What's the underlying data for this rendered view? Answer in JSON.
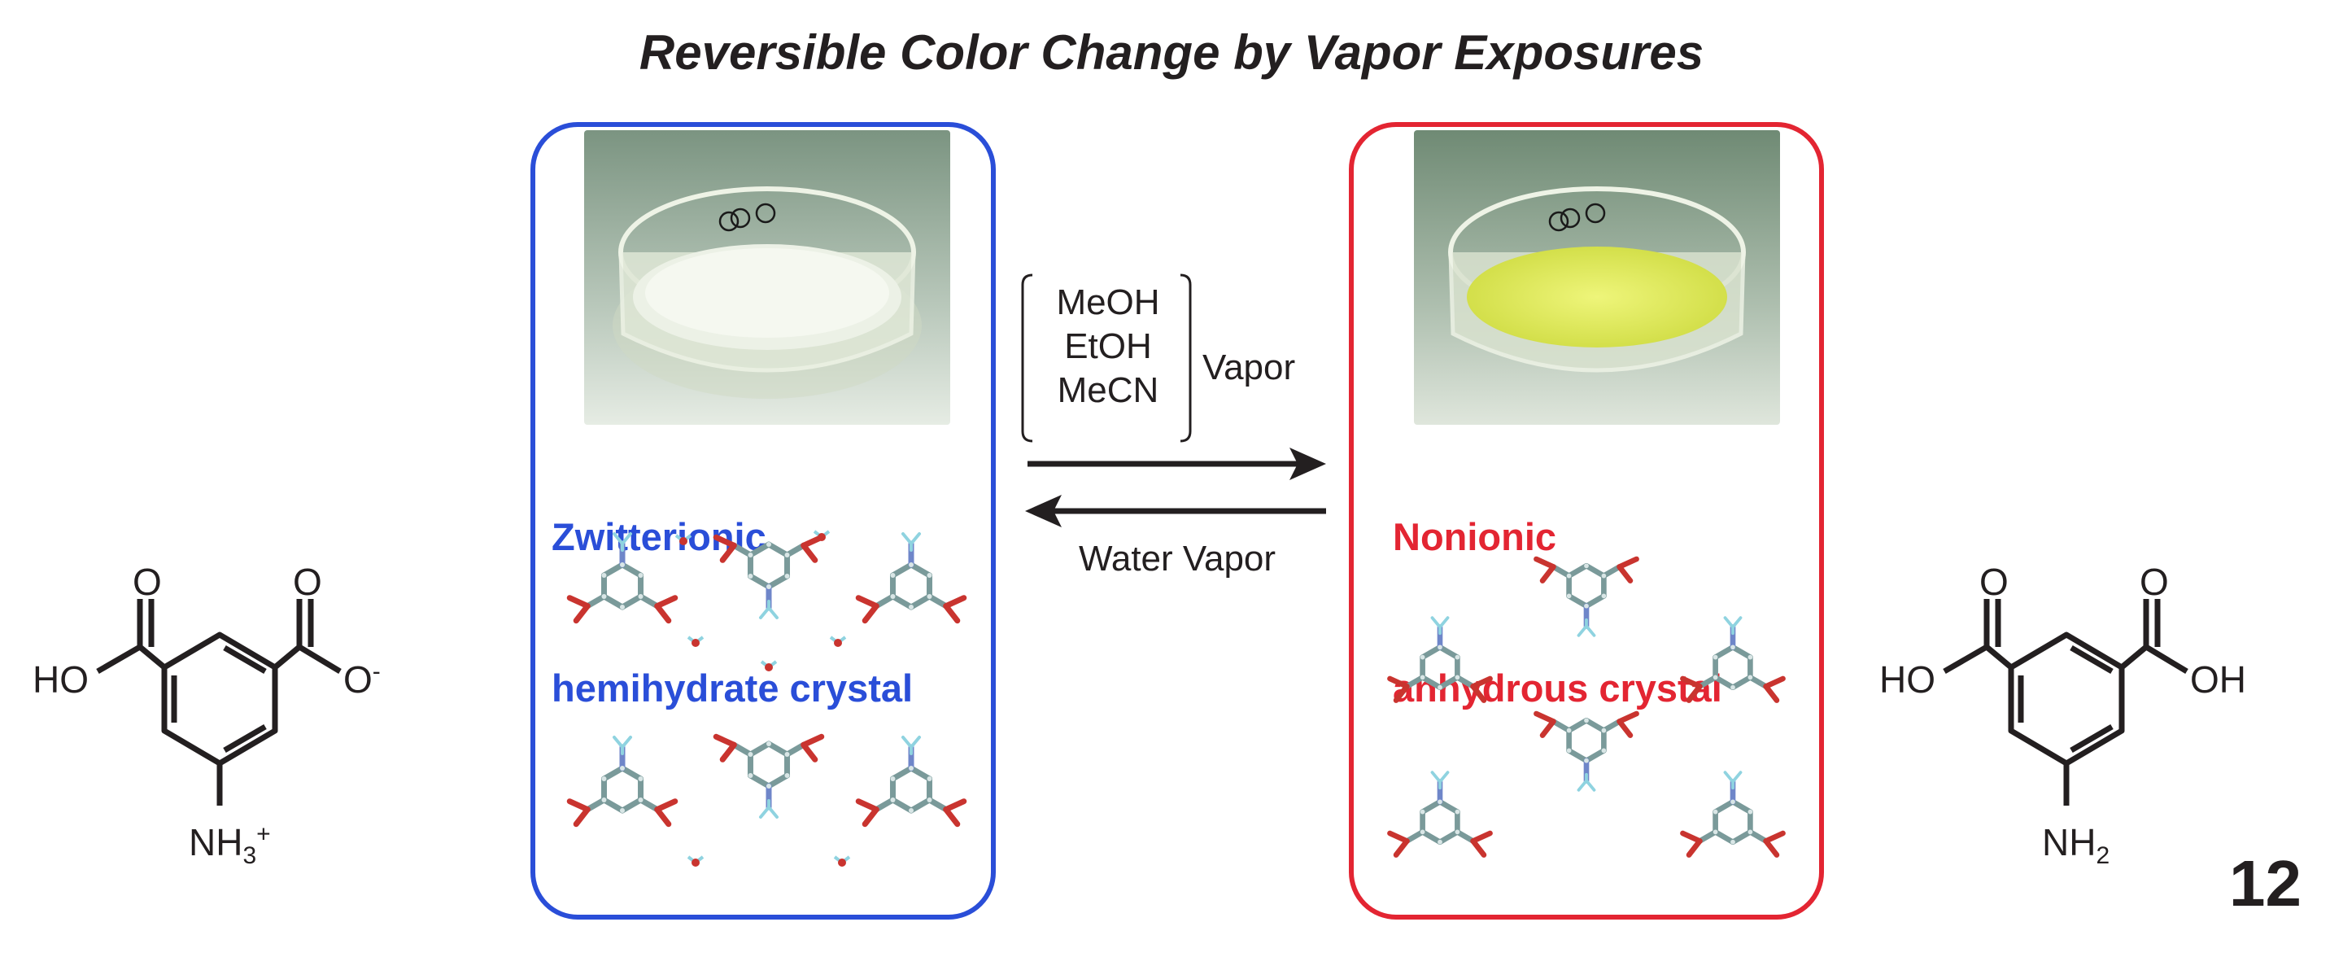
{
  "title": "Reversible Color Change by Vapor Exposures",
  "left_panel": {
    "label_line1": "Zwitterionic",
    "label_line2": "hemihydrate crystal",
    "border_color": "#2a4ed8"
  },
  "right_panel": {
    "label_line1": "Nonionic",
    "label_line2": "anhydrous crystal",
    "border_color": "#e32532"
  },
  "forward_conditions": {
    "solvents": [
      "MeOH",
      "EtOH",
      "MeCN"
    ],
    "suffix": "Vapor"
  },
  "reverse_condition": "Water Vapor",
  "left_structure": {
    "left_group": "HO",
    "right_group": "O",
    "right_charge": "-",
    "amine": "NH",
    "amine_sub": "3",
    "amine_charge": "+",
    "carbonyl_o": "O"
  },
  "right_structure": {
    "left_group": "HO",
    "right_group": "OH",
    "amine": "NH",
    "amine_sub": "2",
    "carbonyl_o": "O"
  },
  "compound_number": "12"
}
